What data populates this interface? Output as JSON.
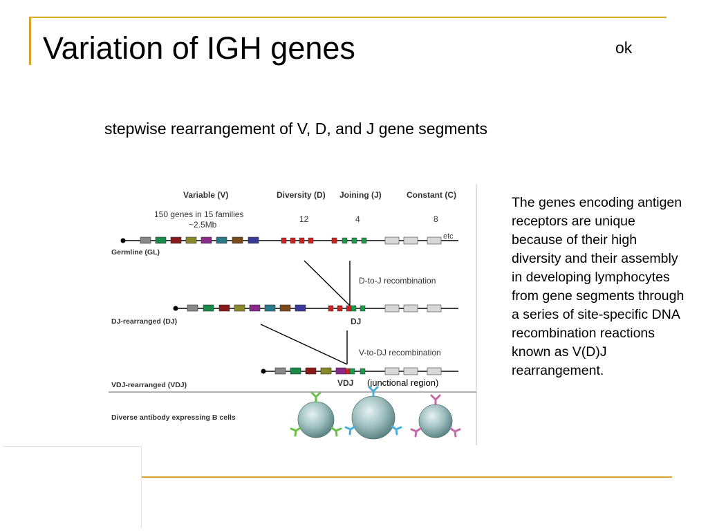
{
  "slide": {
    "title": "Variation of IGH genes",
    "note": "ok",
    "subtitle": "stepwise rearrangement of V, D, and J gene segments",
    "body": "The genes encoding antigen receptors are unique because of their high diversity and their assembly in developing lymphocytes from gene segments through a series of site-specific DNA recombination reactions known as V(D)J rearrangement."
  },
  "figure": {
    "headers": {
      "variable": "Variable (V)",
      "diversity": "Diversity (D)",
      "joining": "Joining (J)",
      "constant": "Constant (C)"
    },
    "v_desc_line1": "150 genes in 15 families",
    "v_desc_line2": "~2.5Mb",
    "d_count": "12",
    "j_count": "4",
    "c_count": "8",
    "etc": "etc",
    "germline_label": "Germline (GL)",
    "dj_step": "D-to-J recombination",
    "dj_row_label": "DJ-rearranged (DJ)",
    "dj_mark": "DJ",
    "vdj_step": "V-to-DJ recombination",
    "vdj_row_label": "VDJ-rearranged (VDJ)",
    "vdj_mark": "VDJ",
    "junctional": "(junctional region)",
    "bcells_label": "Diverse antibody expressing B cells"
  },
  "colors": {
    "accent_rule": "#d6a52a",
    "v_segments": [
      "#888888",
      "#1a8a4a",
      "#8a1a1a",
      "#8a8a2a",
      "#8a2a8a",
      "#2a7a8a",
      "#7a4a1a",
      "#3a3a9a"
    ],
    "d_segment": "#cc2222",
    "j_segment": "#1a9a4a",
    "c_segment": "#d8d8d8",
    "cell": "#8fb3b3",
    "antibody_1": "#6abf4a",
    "antibody_2": "#4aaedc",
    "antibody_3": "#c46aa8"
  }
}
